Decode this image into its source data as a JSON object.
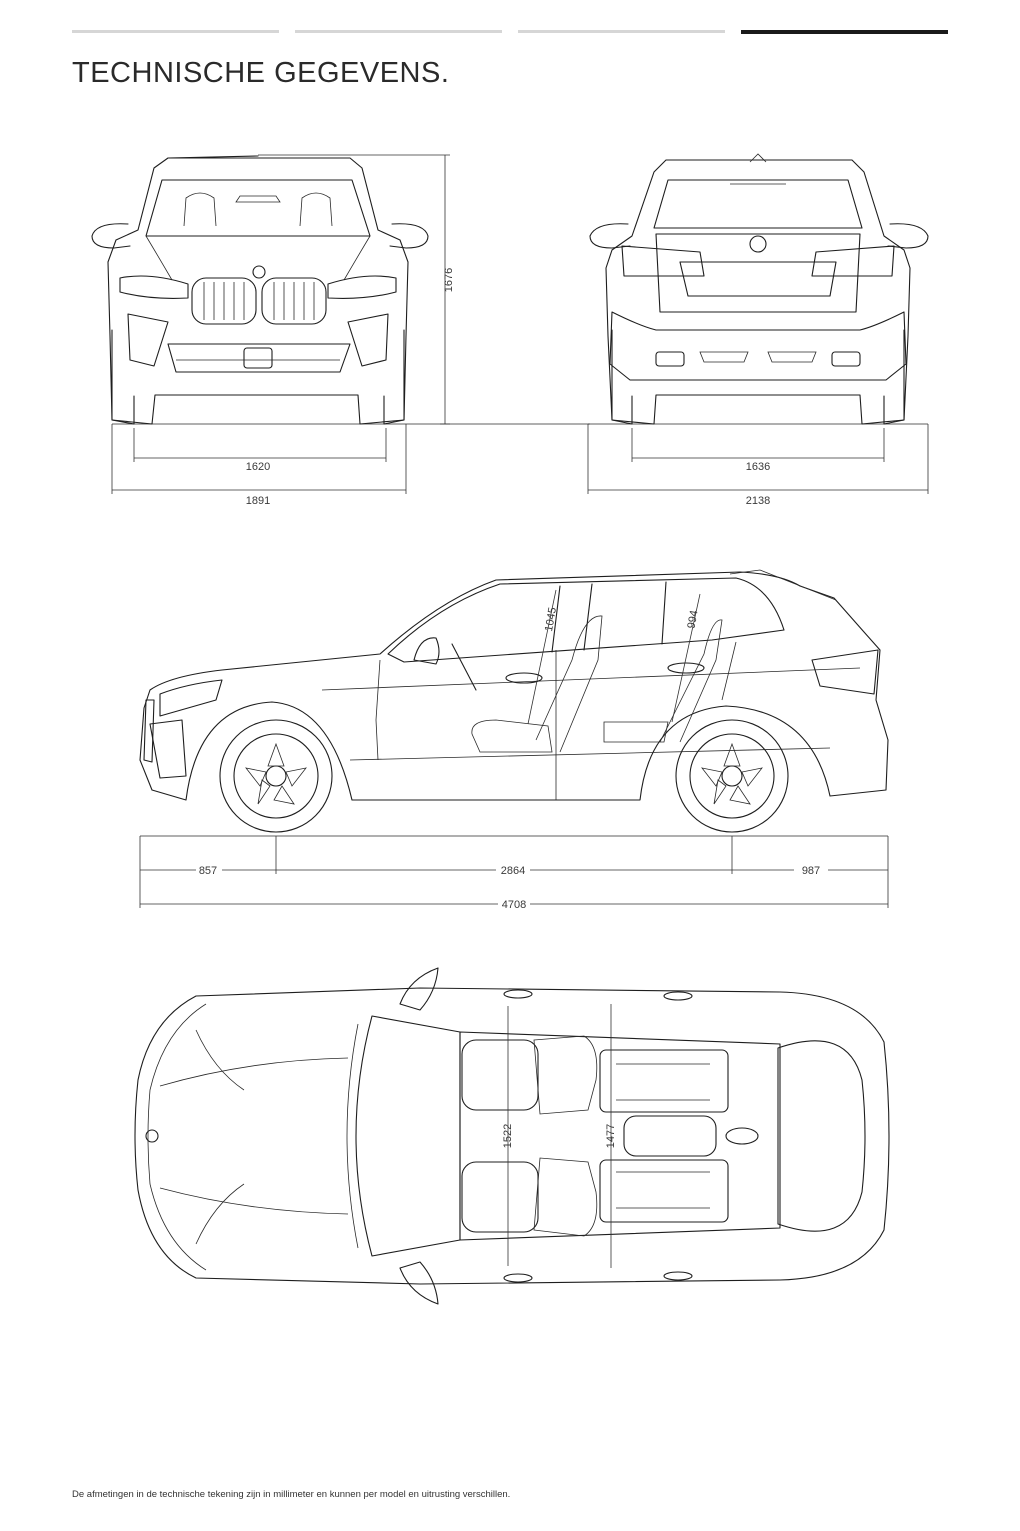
{
  "page": {
    "title": "TECHNISCHE GEGEVENS.",
    "footnote": "De afmetingen in de technische tekening zijn in millimeter en kunnen per model en uitrusting verschillen.",
    "progress": {
      "segments": 4,
      "active": 4
    }
  },
  "dimensions": {
    "height": "1676",
    "front_track": "1620",
    "width": "1891",
    "rear_track": "1636",
    "width_mirrors": "2138",
    "front_headroom": "1045",
    "rear_headroom": "994",
    "front_overhang": "857",
    "wheelbase": "2864",
    "rear_overhang": "987",
    "length": "4708",
    "front_shoulder": "1522",
    "rear_shoulder": "1477"
  },
  "views": {
    "front": "front-view",
    "rear": "rear-view",
    "side": "side-view",
    "top": "top-view"
  }
}
